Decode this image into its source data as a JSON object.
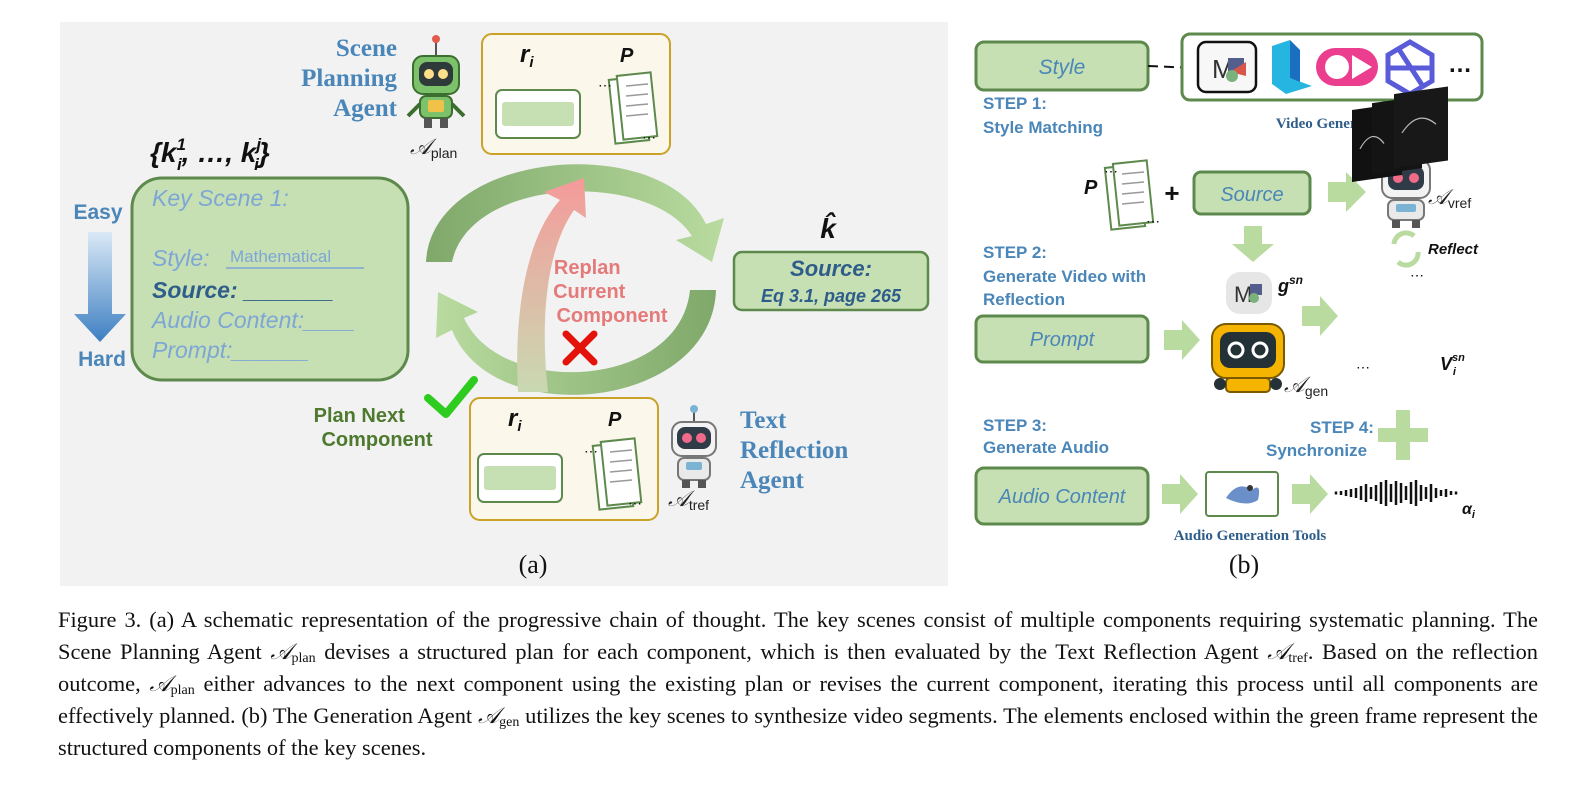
{
  "panel_a": {
    "scene_planning_agent": [
      "Scene",
      "Planning",
      "Agent"
    ],
    "agent_plan_symbol": "𝒜",
    "agent_plan_sub": "plan",
    "top_box": {
      "r_label": "r",
      "r_sub": "i",
      "p_label": "P"
    },
    "key_set_label": "{k",
    "key_set_first_sup": "1",
    "key_set_sub": "i",
    "key_set_mid": ", …, k",
    "key_set_last_sup": "j",
    "key_set_close": "}",
    "easy_label": "Easy",
    "hard_label": "Hard",
    "key_scene": {
      "title": "Key Scene 1:",
      "style_label": "Style:",
      "style_value": "Mathematical",
      "source_label": "Source: _______",
      "audio_label": "Audio Content:____",
      "prompt_label": "Prompt:______"
    },
    "khat_label": "k̂",
    "source_box": {
      "title": "Source:",
      "value": "Eq 3.1, page 265"
    },
    "replan_label": [
      "Replan",
      "Current",
      "Component"
    ],
    "plan_next_label": [
      "Plan Next",
      "Component"
    ],
    "bottom_box": {
      "r_label": "r",
      "r_sub": "i",
      "p_label": "P"
    },
    "text_reflection_agent": [
      "Text",
      "Reflection",
      "Agent"
    ],
    "agent_tref_symbol": "𝒜",
    "agent_tref_sub": "tref",
    "panel_label": "(a)"
  },
  "panel_b": {
    "style_box": "Style",
    "step1": [
      "STEP 1:",
      "Style Matching"
    ],
    "video_tools_label": "Video Generation Tools",
    "video_tool_ellipsis": "…",
    "p_label": "P",
    "plus": "+",
    "source_box": "Source",
    "agent_vref_symbol": "𝒜",
    "agent_vref_sub": "vref",
    "reflect_label": "Reflect",
    "step2": [
      "STEP 2:",
      "Generate Video with",
      "Reflection"
    ],
    "g_label": "g",
    "g_sup": "sn",
    "prompt_box": "Prompt",
    "agent_gen_symbol": "𝒜",
    "agent_gen_sub": "gen",
    "v_label": "V",
    "v_sup": "sn",
    "v_sub": "i",
    "step3": [
      "STEP 3:",
      "Generate Audio"
    ],
    "step4": [
      "STEP 4:",
      "Synchronize"
    ],
    "audio_box": "Audio Content",
    "audio_tools_label": "Audio Generation Tools",
    "alpha_label": "α",
    "alpha_sub": "i",
    "panel_label": "(b)"
  },
  "caption": {
    "fig": "Figure 3.",
    "s1": " (a) A schematic representation of the progressive chain of thought. The key scenes consist of multiple components requiring systematic planning. The Scene Planning Agent ",
    "a1": "𝒜",
    "a1_sub": "plan",
    "s2": " devises a structured plan for each component, which is then evaluated by the Text Reflection Agent ",
    "a2": "𝒜",
    "a2_sub": "tref",
    "s3": ". Based on the reflection outcome, ",
    "a3": "𝒜",
    "a3_sub": "plan",
    "s4": " either advances to the next component using the existing plan or revises the current component, iterating this process until all components are effectively planned. (b) The Generation Agent ",
    "a4": "𝒜",
    "a4_sub": "gen",
    "s5": " utilizes the key scenes to synthesize video segments. The elements enclosed within the green frame represent the structured components of the key scenes."
  },
  "colors": {
    "panel_a_bg": "#f2f2f2",
    "green_fill": "#c6e0b4",
    "green_stroke": "#5d8a4c",
    "blue_text": "#4a86b8",
    "red_arrow": "#f29a9a",
    "gold_stroke": "#c9a227"
  }
}
